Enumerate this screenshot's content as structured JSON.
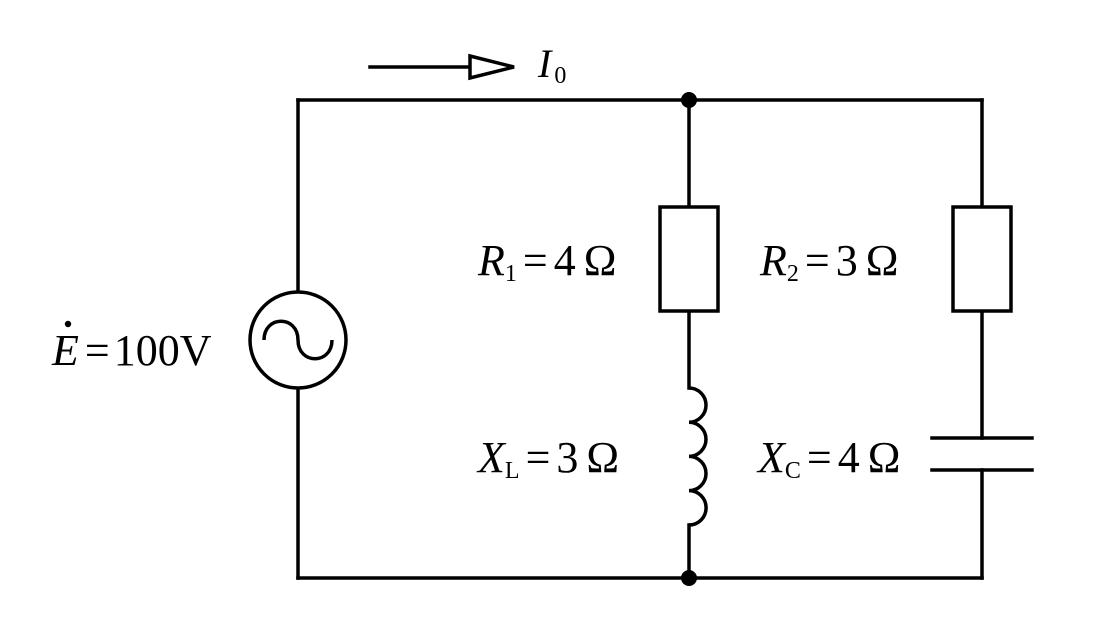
{
  "current": {
    "symbol": "I",
    "sub": "0"
  },
  "source": {
    "symbol": "E",
    "value": "100V"
  },
  "branch1": {
    "resistor": {
      "symbol": "R",
      "sub": "1",
      "value": "4",
      "unit": "Ω"
    },
    "inductor": {
      "symbol": "X",
      "sub": "L",
      "value": "3",
      "unit": "Ω"
    }
  },
  "branch2": {
    "resistor": {
      "symbol": "R",
      "sub": "2",
      "value": "3",
      "unit": "Ω"
    },
    "capacitor": {
      "symbol": "X",
      "sub": "C",
      "value": "4",
      "unit": "Ω"
    }
  },
  "equals": "="
}
